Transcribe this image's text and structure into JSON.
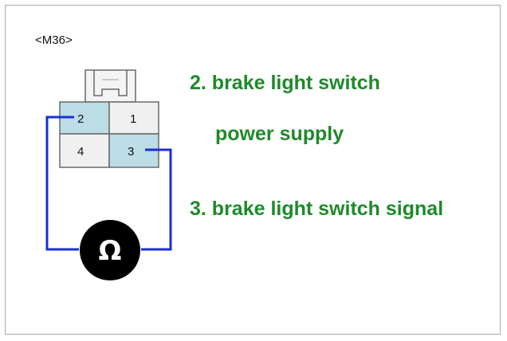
{
  "connector": {
    "id": "<M36>",
    "pins": [
      {
        "label": "2",
        "highlighted": true
      },
      {
        "label": "1",
        "highlighted": false
      },
      {
        "label": "4",
        "highlighted": false
      },
      {
        "label": "3",
        "highlighted": true
      }
    ]
  },
  "labels": {
    "pin2_line1": "2. brake light switch",
    "pin2_line2": "power supply",
    "pin3": "3. brake light switch signal"
  },
  "meter": {
    "symbol": "Ω",
    "icon": "ohmmeter-icon"
  },
  "colors": {
    "label_text": "#1e8a2a",
    "wire": "#1a2fd6",
    "pin_highlight": "#bcdde6",
    "pin_normal": "#f0f0f0",
    "meter_fill": "#000000"
  }
}
